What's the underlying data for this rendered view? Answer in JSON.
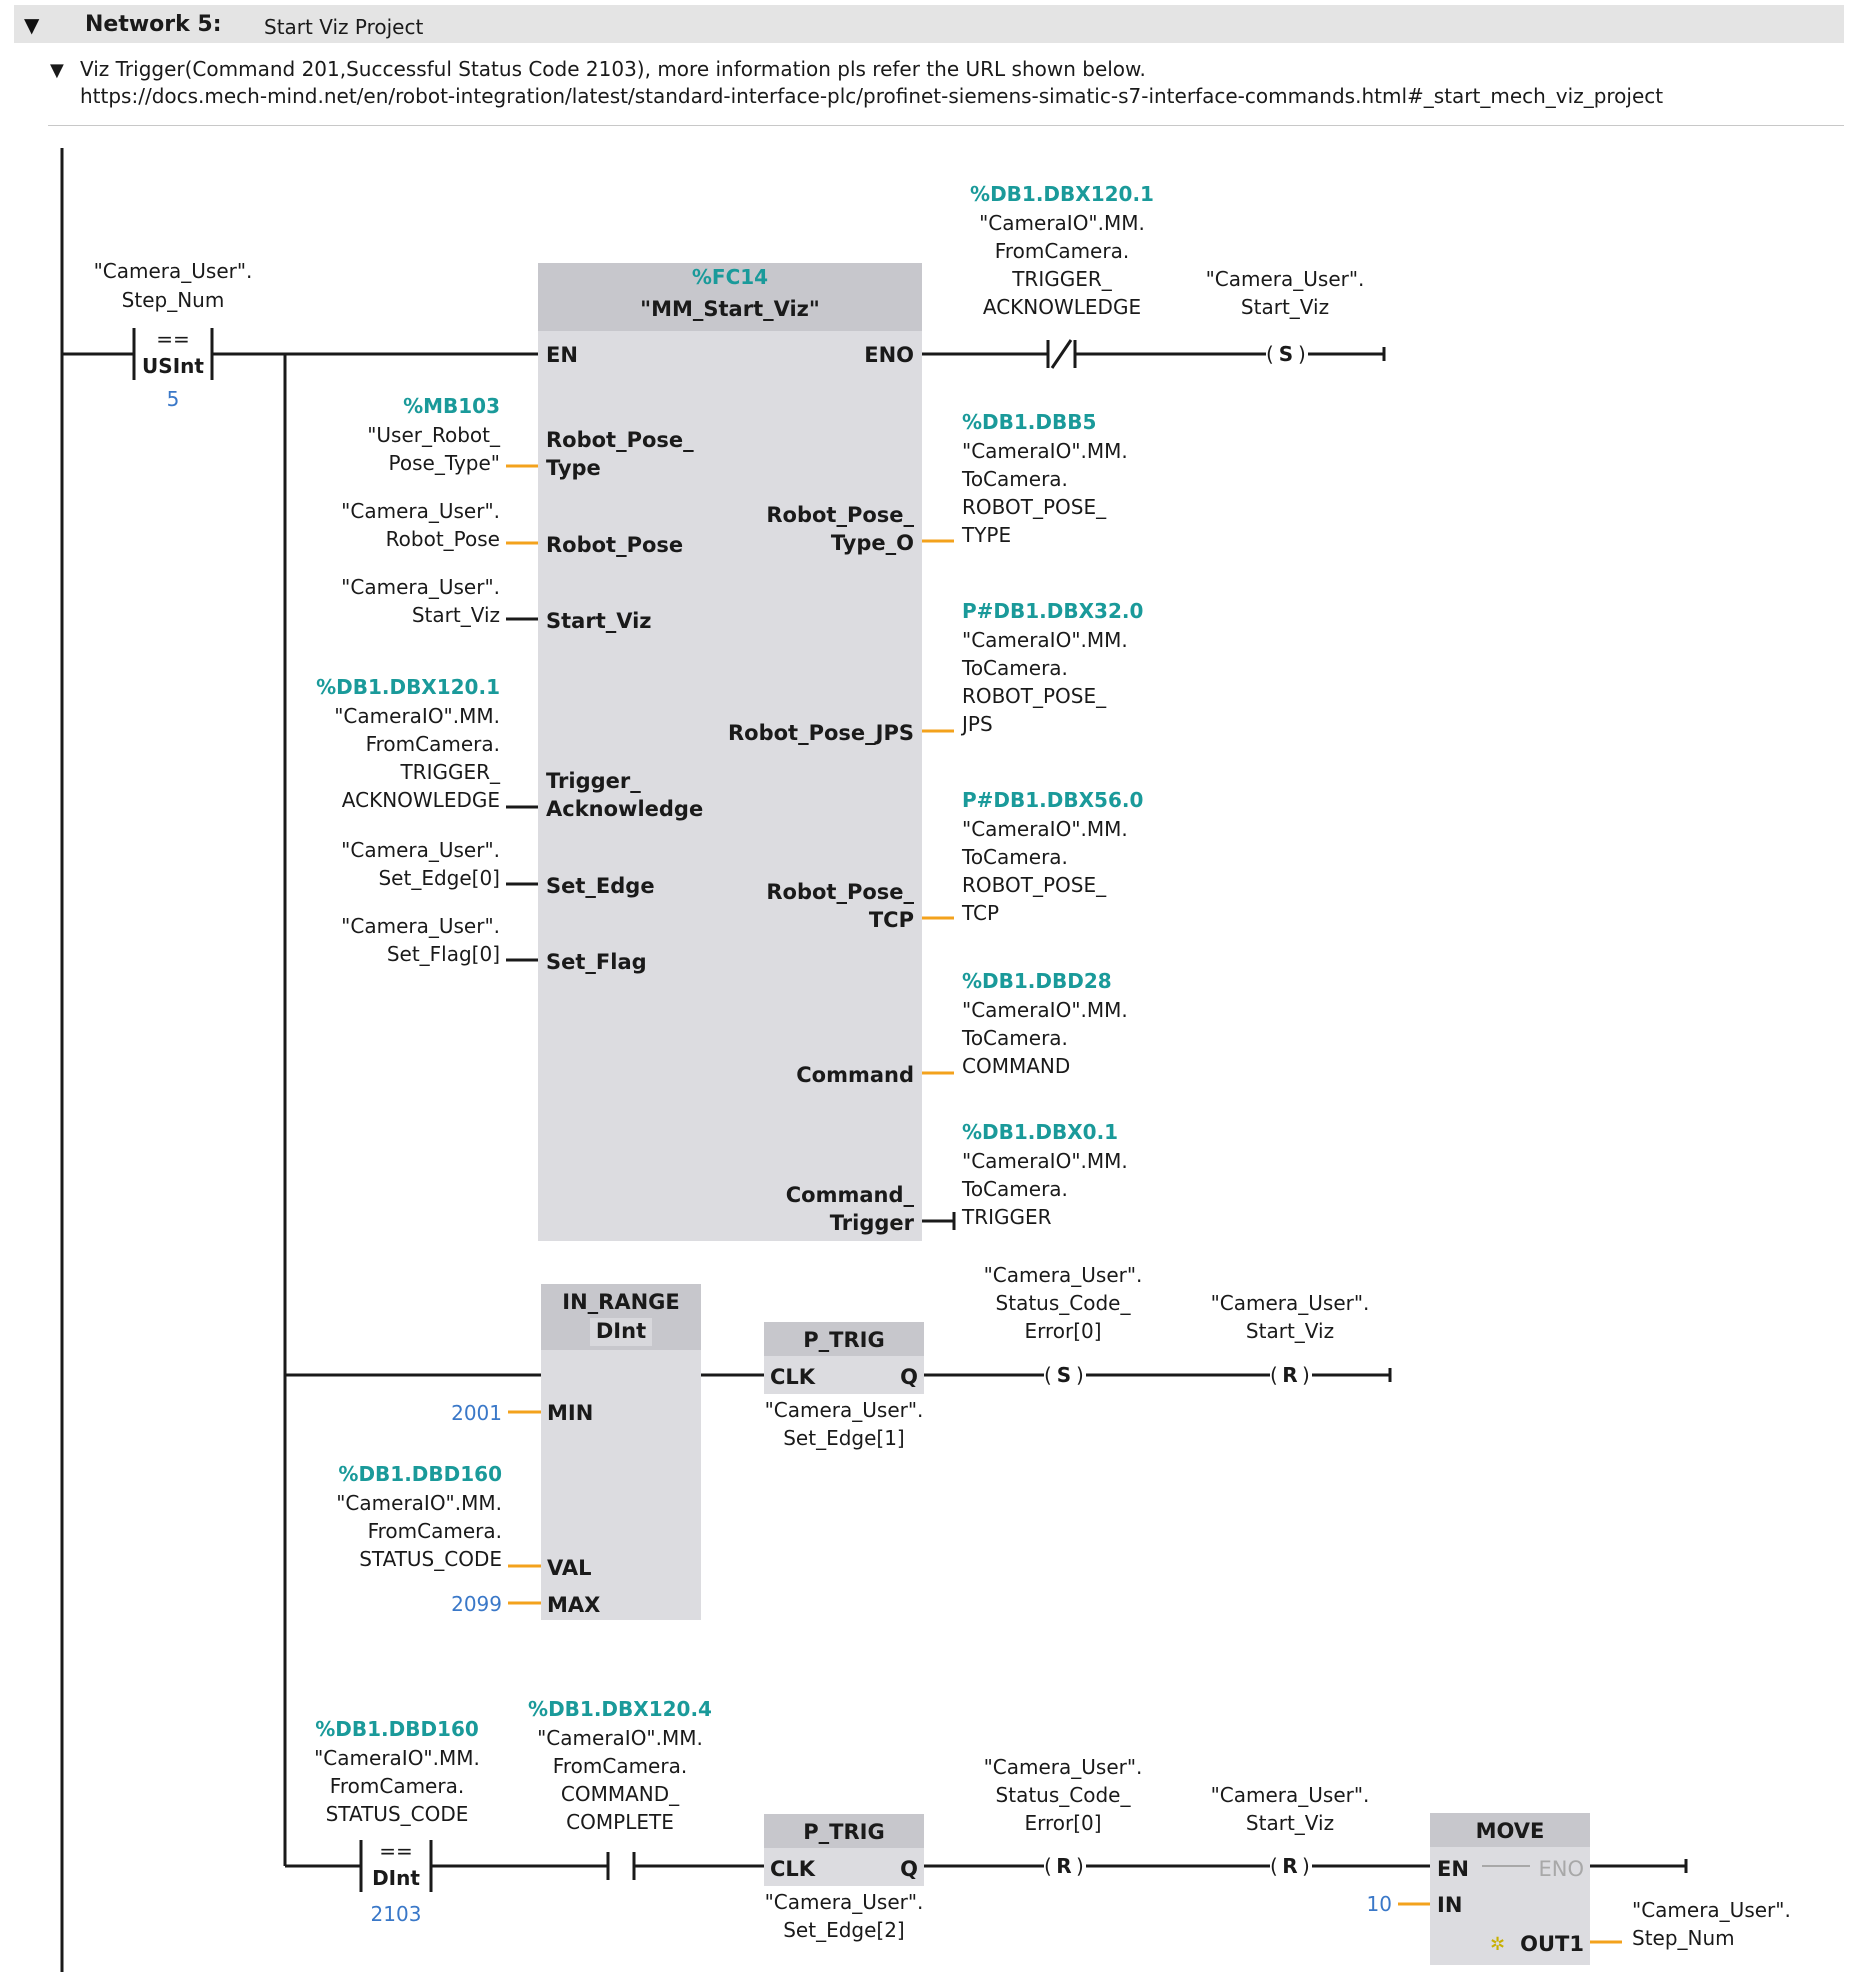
{
  "network": {
    "title": "Network 5:",
    "subtitle": "Start Viz Project",
    "comment_line1": "Viz Trigger(Command 201,Successful Status Code 2103), more information pls refer the URL shown below.",
    "comment_line2": "https://docs.mech-mind.net/en/robot-integration/latest/standard-interface-plc/profinet-siemens-simatic-s7-interface-commands.html#_start_mech_viz_project"
  },
  "rung1": {
    "cmp": {
      "var1": "\"Camera_User\".",
      "var2": "Step_Num",
      "op": "==",
      "type": "USInt",
      "value": "5"
    },
    "fc": {
      "address": "%FC14",
      "name": "\"MM_Start_Viz\"",
      "pins_in": {
        "en": "EN",
        "robot_pose_type1": "Robot_Pose_",
        "robot_pose_type2": "Type",
        "robot_pose": "Robot_Pose",
        "start_viz": "Start_Viz",
        "trigger_ack1": "Trigger_",
        "trigger_ack2": "Acknowledge",
        "set_edge": "Set_Edge",
        "set_flag": "Set_Flag"
      },
      "pins_out": {
        "eno": "ENO",
        "rpt_o1": "Robot_Pose_",
        "rpt_o2": "Type_O",
        "rp_jps": "Robot_Pose_JPS",
        "rp_tcp1": "Robot_Pose_",
        "rp_tcp2": "TCP",
        "command": "Command",
        "cmd_trig1": "Command_",
        "cmd_trig2": "Trigger"
      }
    },
    "in_params": {
      "mb103_addr": "%MB103",
      "mb103_l1": "\"User_Robot_",
      "mb103_l2": "Pose_Type\"",
      "rp_l1": "\"Camera_User\".",
      "rp_l2": "Robot_Pose",
      "sv_l1": "\"Camera_User\".",
      "sv_l2": "Start_Viz",
      "ta_addr": "%DB1.DBX120.1",
      "ta_l1": "\"CameraIO\".MM.",
      "ta_l2": "FromCamera.",
      "ta_l3": "TRIGGER_",
      "ta_l4": "ACKNOWLEDGE",
      "se_l1": "\"Camera_User\".",
      "se_l2": "Set_Edge[0]",
      "sf_l1": "\"Camera_User\".",
      "sf_l2": "Set_Flag[0]"
    },
    "out_params": {
      "ack_addr": "%DB1.DBX120.1",
      "ack_l1": "\"CameraIO\".MM.",
      "ack_l2": "FromCamera.",
      "ack_l3": "TRIGGER_",
      "ack_l4": "ACKNOWLEDGE",
      "coil_l1": "\"Camera_User\".",
      "coil_l2": "Start_Viz",
      "coil_type": "S",
      "dbb5_addr": "%DB1.DBB5",
      "dbb5_l1": "\"CameraIO\".MM.",
      "dbb5_l2": "ToCamera.",
      "dbb5_l3": "ROBOT_POSE_",
      "dbb5_l4": "TYPE",
      "jps_addr": "P#DB1.DBX32.0",
      "jps_l1": "\"CameraIO\".MM.",
      "jps_l2": "ToCamera.",
      "jps_l3": "ROBOT_POSE_",
      "jps_l4": "JPS",
      "tcp_addr": "P#DB1.DBX56.0",
      "tcp_l1": "\"CameraIO\".MM.",
      "tcp_l2": "ToCamera.",
      "tcp_l3": "ROBOT_POSE_",
      "tcp_l4": "TCP",
      "cmd_addr": "%DB1.DBD28",
      "cmd_l1": "\"CameraIO\".MM.",
      "cmd_l2": "ToCamera.",
      "cmd_l3": "COMMAND",
      "trig_addr": "%DB1.DBX0.1",
      "trig_l1": "\"CameraIO\".MM.",
      "trig_l2": "ToCamera.",
      "trig_l3": "TRIGGER"
    }
  },
  "rung2": {
    "inrange": {
      "title": "IN_RANGE",
      "type": "DInt",
      "min_pin": "MIN",
      "val_pin": "VAL",
      "max_pin": "MAX",
      "min_val": "2001",
      "max_val": "2099",
      "val_addr": "%DB1.DBD160",
      "val_l1": "\"CameraIO\".MM.",
      "val_l2": "FromCamera.",
      "val_l3": "STATUS_CODE"
    },
    "ptrig": {
      "title": "P_TRIG",
      "clk": "CLK",
      "q": "Q",
      "l1": "\"Camera_User\".",
      "l2": "Set_Edge[1]"
    },
    "coil1": {
      "l1": "\"Camera_User\".",
      "l2": "Status_Code_",
      "l3": "Error[0]",
      "type": "S"
    },
    "coil2": {
      "l1": "\"Camera_User\".",
      "l2": "Start_Viz",
      "type": "R"
    }
  },
  "rung3": {
    "cmp": {
      "addr": "%DB1.DBD160",
      "l1": "\"CameraIO\".MM.",
      "l2": "FromCamera.",
      "l3": "STATUS_CODE",
      "op": "==",
      "type": "DInt",
      "value": "2103"
    },
    "contact": {
      "addr": "%DB1.DBX120.4",
      "l1": "\"CameraIO\".MM.",
      "l2": "FromCamera.",
      "l3": "COMMAND_",
      "l4": "COMPLETE"
    },
    "ptrig": {
      "title": "P_TRIG",
      "clk": "CLK",
      "q": "Q",
      "l1": "\"Camera_User\".",
      "l2": "Set_Edge[2]"
    },
    "coil1": {
      "l1": "\"Camera_User\".",
      "l2": "Status_Code_",
      "l3": "Error[0]",
      "type": "R"
    },
    "coil2": {
      "l1": "\"Camera_User\".",
      "l2": "Start_Viz",
      "type": "R"
    },
    "move": {
      "title": "MOVE",
      "en": "EN",
      "eno": "ENO",
      "in": "IN",
      "out": "OUT1",
      "in_val": "10",
      "out_l1": "\"Camera_User\".",
      "out_l2": "Step_Num"
    }
  }
}
